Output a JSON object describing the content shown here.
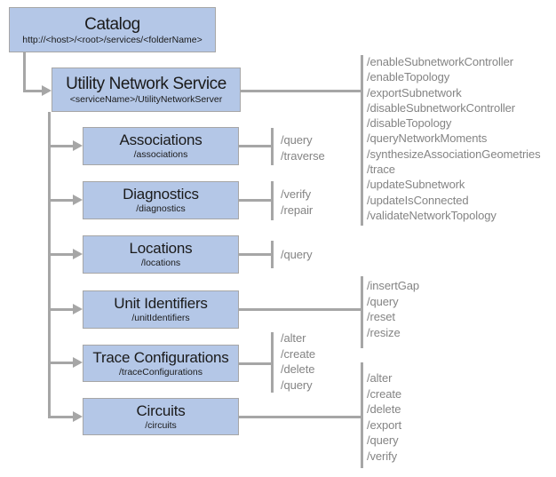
{
  "colors": {
    "box_fill": "#b4c7e7",
    "box_border": "#a6a6a6",
    "connector_line": "#a6a6a6",
    "operation_text": "#848484",
    "title_text": "#1a1a1a"
  },
  "nodes": {
    "catalog": {
      "title": "Catalog",
      "subtitle": "http://<host>/<root>/services/<folderName>"
    },
    "service": {
      "title": "Utility Network Service",
      "subtitle": "<serviceName>/UtilityNetworkServer",
      "operations": [
        "/enableSubnetworkController",
        "/enableTopology",
        "/exportSubnetwork",
        "/disableSubnetworkController",
        "/disableTopology",
        "/queryNetworkMoments",
        "/synthesizeAssociationGeometries",
        "/trace",
        "/updateSubnetwork",
        "/updateIsConnected",
        "/validateNetworkTopology"
      ]
    },
    "children": [
      {
        "title": "Associations",
        "subtitle": "/associations",
        "operations": [
          "/query",
          "/traverse"
        ]
      },
      {
        "title": "Diagnostics",
        "subtitle": "/diagnostics",
        "operations": [
          "/verify",
          "/repair"
        ]
      },
      {
        "title": "Locations",
        "subtitle": "/locations",
        "operations": [
          "/query"
        ]
      },
      {
        "title": "Unit Identifiers",
        "subtitle": "/unitIdentifiers",
        "operations": [
          "/insertGap",
          "/query",
          "/reset",
          "/resize"
        ]
      },
      {
        "title": "Trace Configurations",
        "subtitle": "/traceConfigurations",
        "operations": [
          "/alter",
          "/create",
          "/delete",
          "/query"
        ]
      },
      {
        "title": "Circuits",
        "subtitle": "/circuits",
        "operations": [
          "/alter",
          "/create",
          "/delete",
          "/export",
          "/query",
          "/verify"
        ]
      }
    ]
  }
}
